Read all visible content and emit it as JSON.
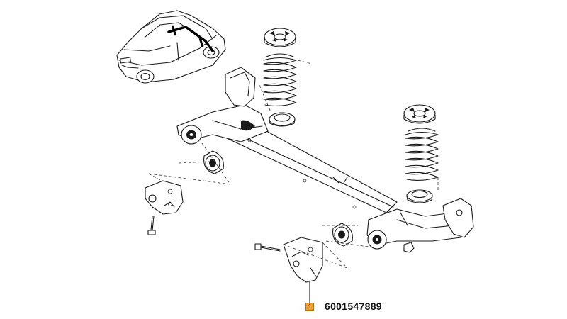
{
  "callout": {
    "marker": "1",
    "part_number": "6001547889",
    "marker_color": "#f0a030"
  },
  "icons": {
    "car": "car-thumbnail-icon",
    "axle": "rear-axle-beam-illustration"
  }
}
